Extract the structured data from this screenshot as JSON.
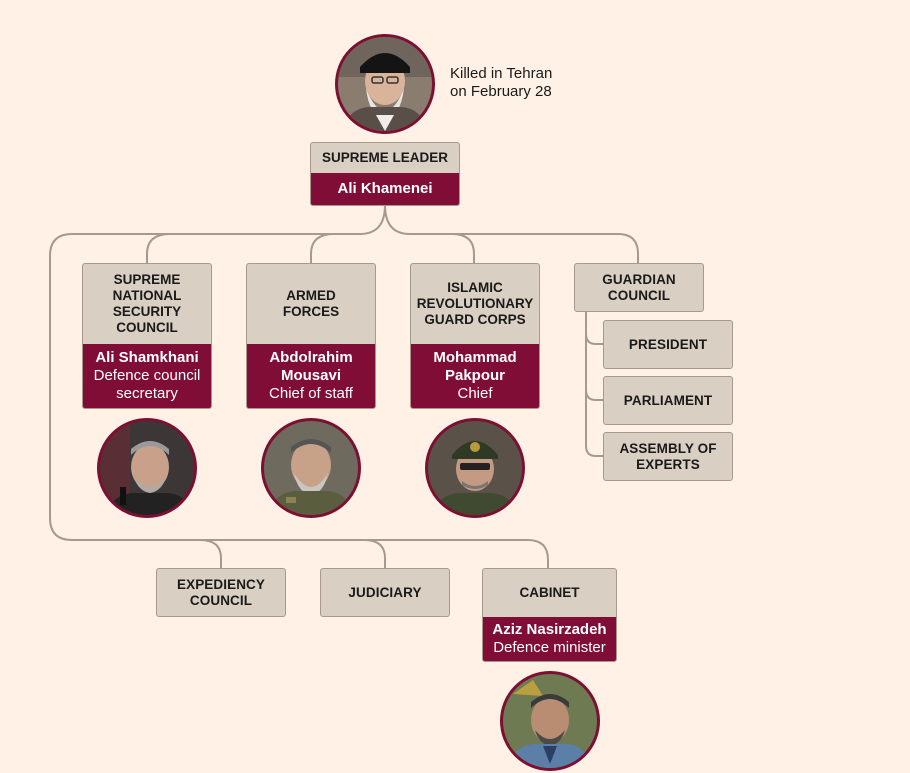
{
  "top_note": "Killed in Tehran\non February 28",
  "supreme_leader": {
    "title": "SUPREME LEADER",
    "name": "Ali Khamenei"
  },
  "snsc": {
    "title": "SUPREME\nNATIONAL\nSECURITY\nCOUNCIL",
    "name": "Ali Shamkhani",
    "role": "Defence council\nsecretary"
  },
  "armed_forces": {
    "title": "ARMED\nFORCES",
    "name": "Abdolrahim\nMousavi",
    "role": "Chief of staff"
  },
  "irgc": {
    "title": "ISLAMIC\nREVOLUTIONARY\nGUARD CORPS",
    "name": "Mohammad\nPakpour",
    "role": "Chief"
  },
  "guardian_council": {
    "title": "GUARDIAN\nCOUNCIL"
  },
  "sub_bodies": [
    "PRESIDENT",
    "PARLIAMENT",
    "ASSEMBLY OF\nEXPERTS"
  ],
  "expediency_council": {
    "title": "EXPEDIENCY\nCOUNCIL"
  },
  "judiciary": {
    "title": "JUDICIARY"
  },
  "cabinet": {
    "title": "CABINET",
    "name": "Aziz Nasirzadeh",
    "role": "Defence minister"
  },
  "colors": {
    "background": "#fff1e5",
    "box": "#dacfc3",
    "accent": "#800d35",
    "line": "#a8998c"
  },
  "icons": [
    "khamenei-portrait",
    "shamkhani-portrait",
    "mousavi-portrait",
    "pakpour-portrait",
    "nasirzadeh-portrait"
  ]
}
